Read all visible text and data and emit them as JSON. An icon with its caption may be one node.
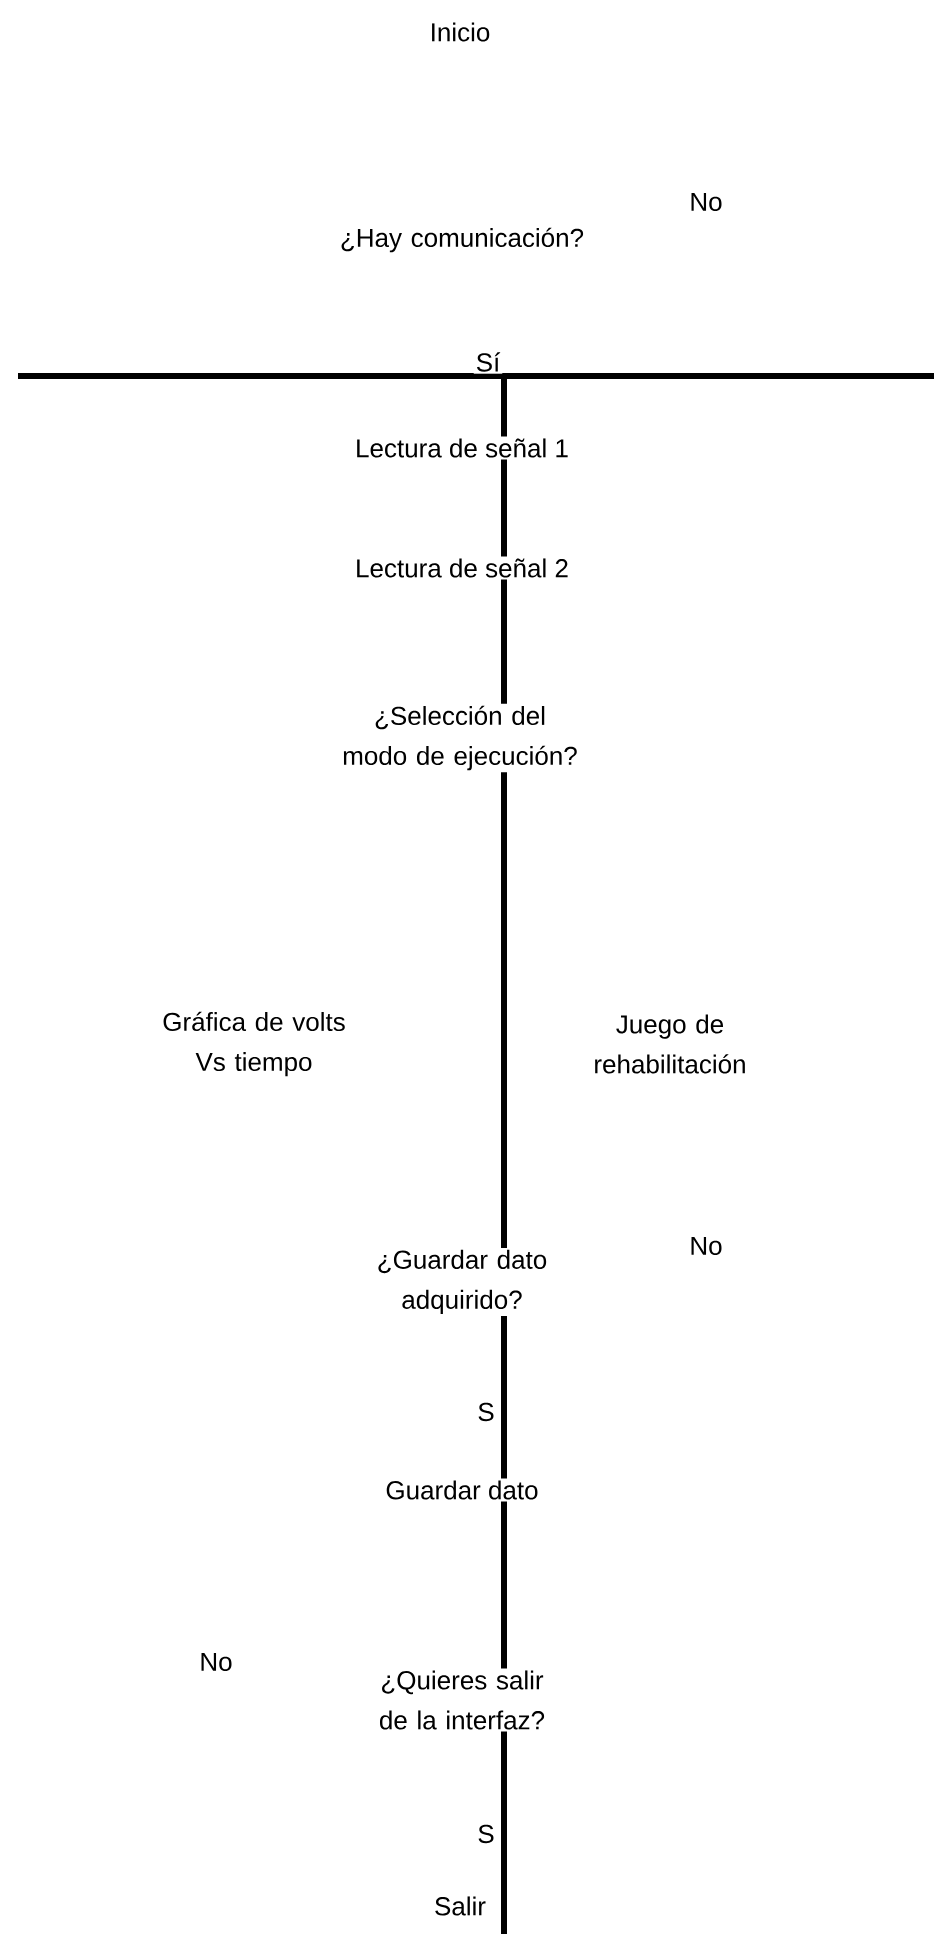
{
  "diagram": {
    "labels": [
      "Inicio",
      "¿Hay comunicación?",
      "No",
      "Sí",
      "Lectura de señal 1",
      "Lectura de señal 2",
      "¿Selección del modo de ejecución?",
      "Gráfica de volts Vs tiempo",
      "Juego de rehabilitación",
      "¿Guardar dato adquirido?",
      "No",
      "S",
      "Guardar dato",
      "No",
      "¿Quieres salir de la interfaz?",
      "S",
      "Salir"
    ]
  }
}
